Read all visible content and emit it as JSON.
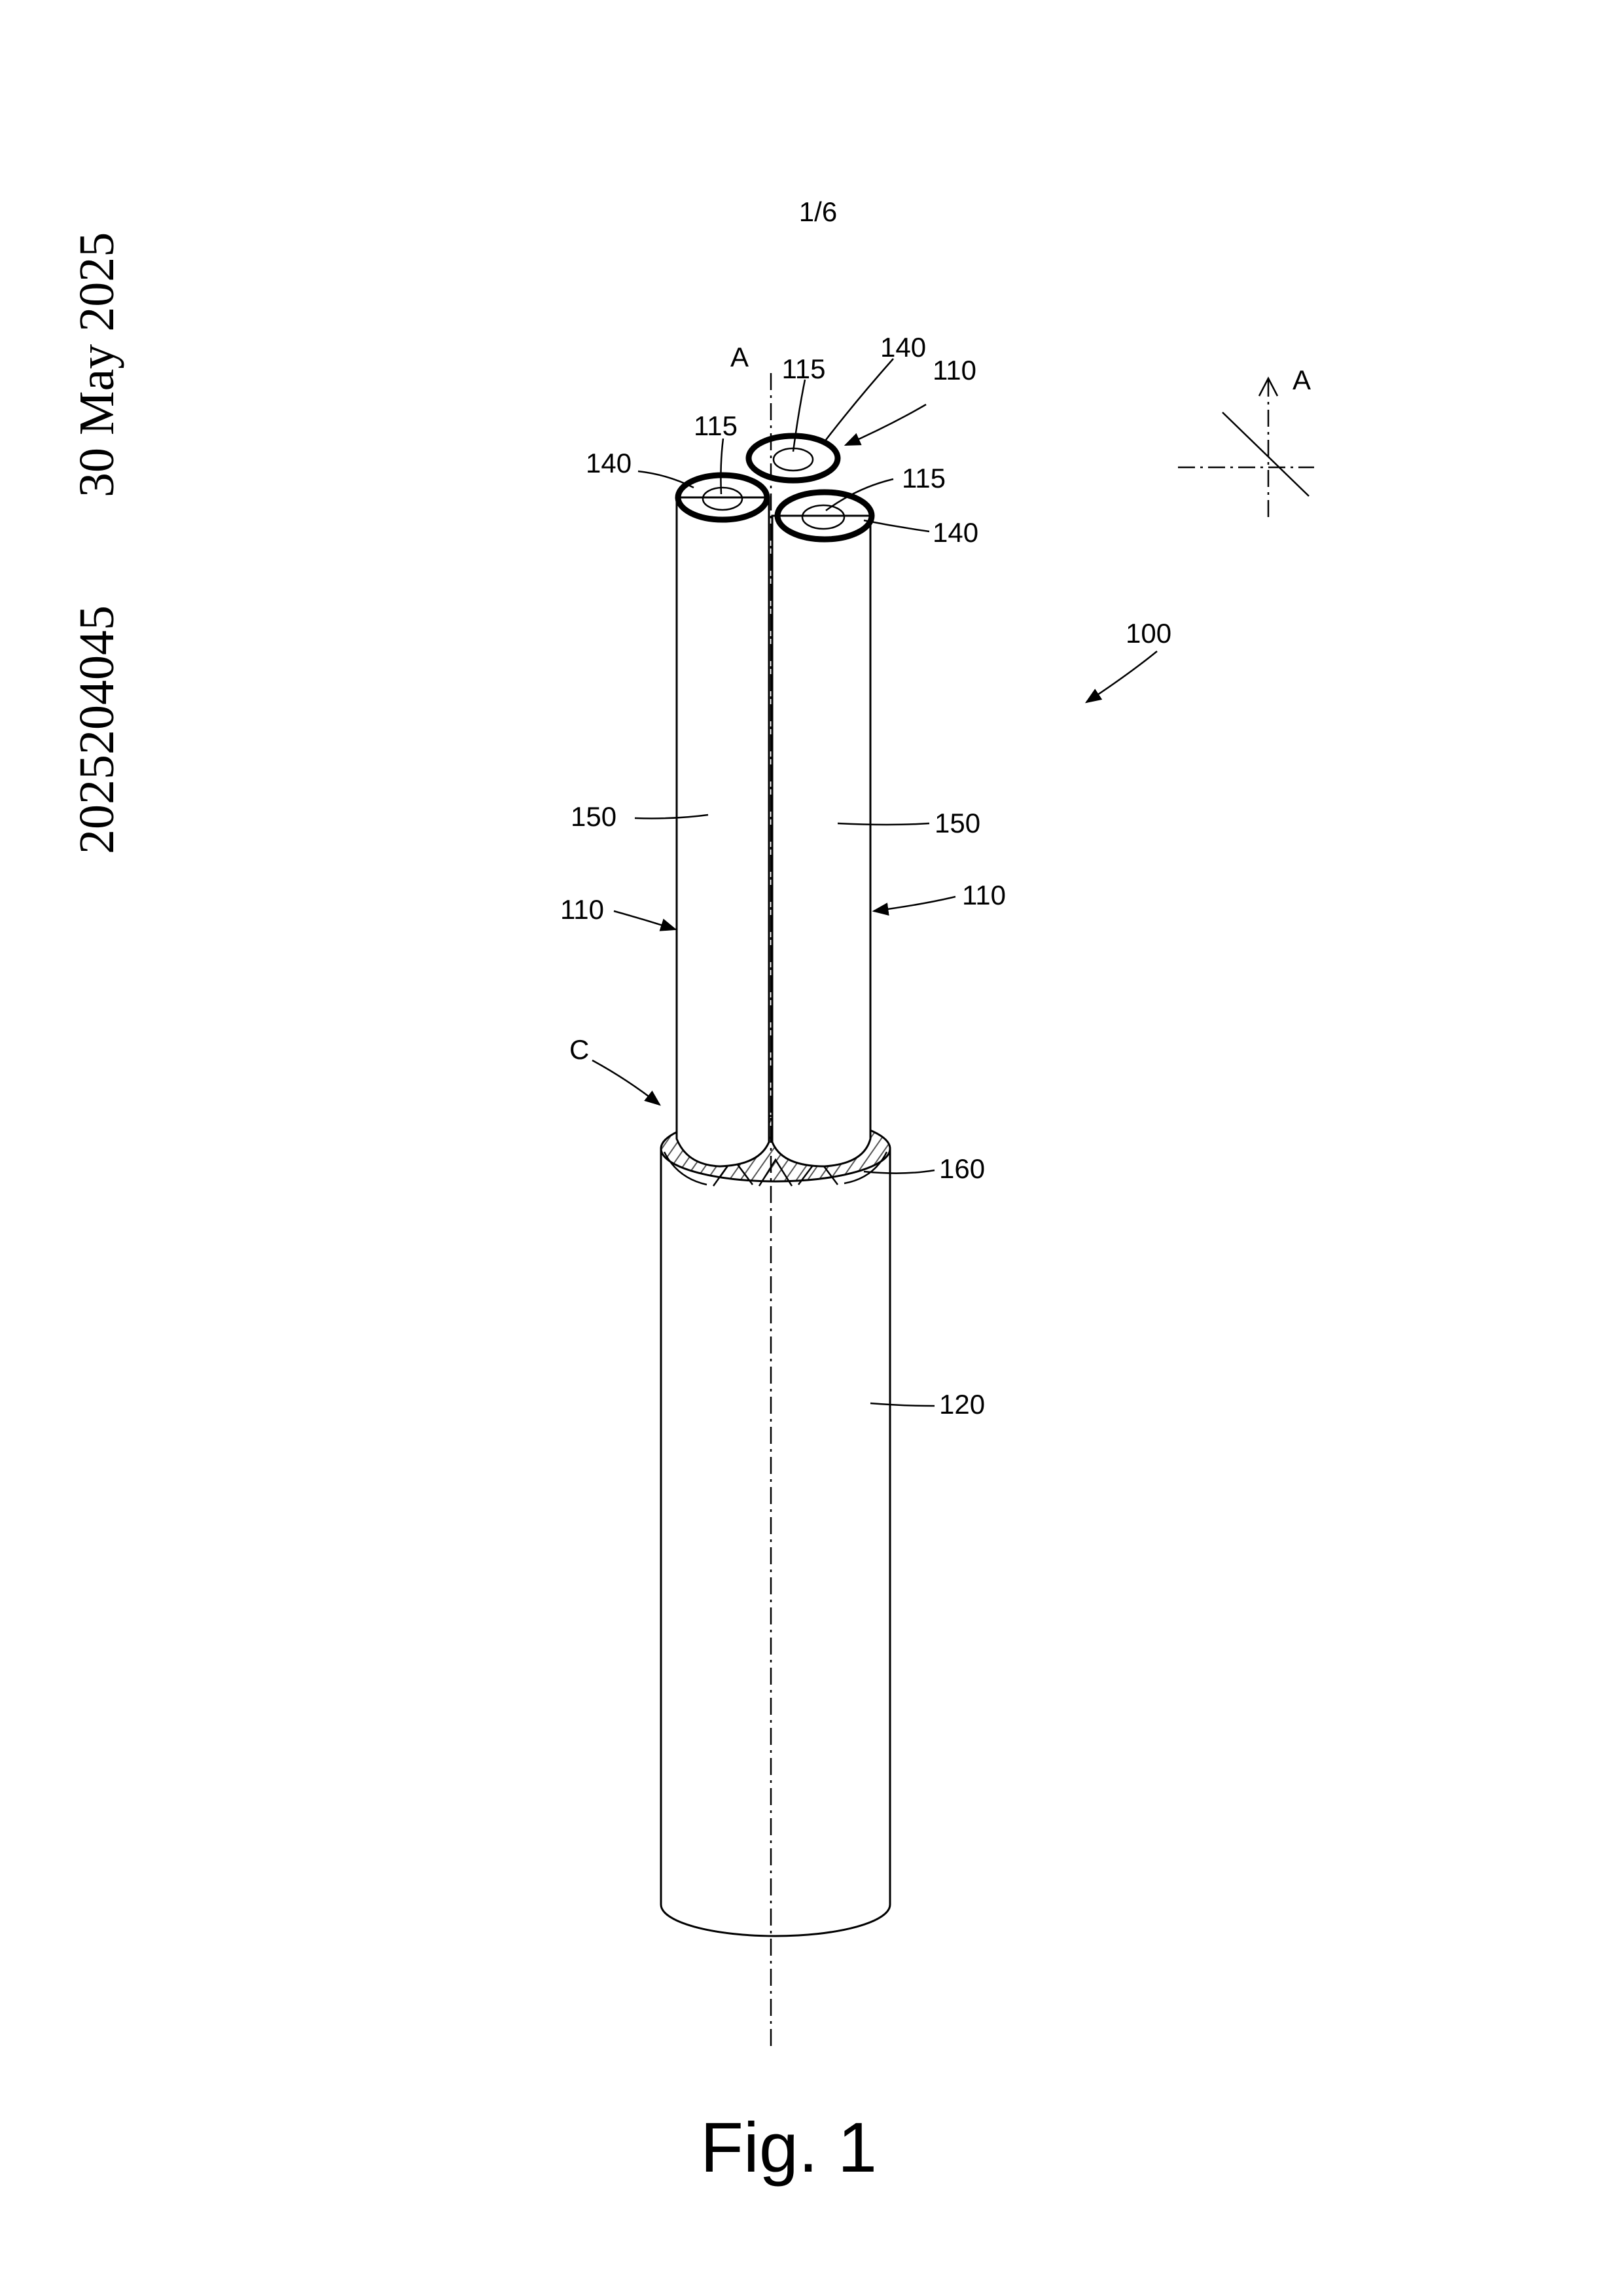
{
  "side_text": {
    "date": "30 May 2025",
    "publication_number": "2025204045"
  },
  "sheet": {
    "page_number": "1/6",
    "figure_caption": "Fig. 1"
  },
  "reference_labels": {
    "axis_top": "A",
    "compass": "A",
    "assembly": "100",
    "conductor_top_right": "110",
    "conductor_left": "110",
    "conductor_right": "110",
    "bore_left": "115",
    "bore_top": "115",
    "bore_right": "115",
    "ring_left": "140",
    "ring_top": "140",
    "ring_right": "140",
    "surface_left": "150",
    "surface_right": "150",
    "detail_c": "C",
    "filler": "160",
    "outer_sheath": "120"
  },
  "colors": {
    "ink": "#000000",
    "paper": "#ffffff",
    "hatch": "#555555"
  }
}
